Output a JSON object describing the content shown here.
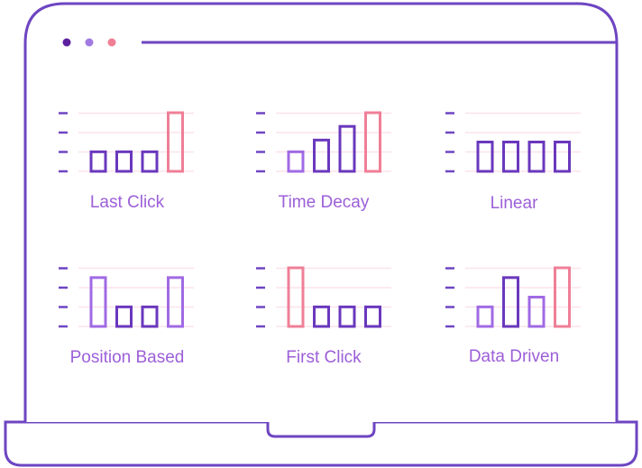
{
  "window": {
    "dots": [
      {
        "icon": "dot-icon",
        "color": "#5c1f9e"
      },
      {
        "icon": "dot-icon",
        "color": "#a07ae0"
      },
      {
        "icon": "dot-icon",
        "color": "#f07f96"
      }
    ]
  },
  "colors": {
    "frame": "#6e45c2",
    "label": "#9c5fd8",
    "grid": "#fbe3ea",
    "tick": "#6e45c2",
    "bar_dark": "#6a38bd",
    "bar_light": "#a06ae4",
    "bar_pink": "#ef7f97"
  },
  "chart_data": [
    {
      "type": "bar",
      "title": "Last Click",
      "values": [
        1,
        1,
        1,
        3
      ],
      "ylim": [
        0,
        3
      ],
      "bar_colors": [
        "dark",
        "dark",
        "dark",
        "pink"
      ]
    },
    {
      "type": "bar",
      "title": "Time Decay",
      "values": [
        1,
        1.6,
        2.3,
        3
      ],
      "ylim": [
        0,
        3
      ],
      "bar_colors": [
        "light",
        "dark",
        "dark",
        "pink"
      ]
    },
    {
      "type": "bar",
      "title": "Linear",
      "values": [
        1.5,
        1.5,
        1.5,
        1.5
      ],
      "ylim": [
        0,
        3
      ],
      "bar_colors": [
        "dark",
        "dark",
        "dark",
        "dark"
      ]
    },
    {
      "type": "bar",
      "title": "Position Based",
      "values": [
        2.5,
        1,
        1,
        2.5
      ],
      "ylim": [
        0,
        3
      ],
      "bar_colors": [
        "light",
        "dark",
        "dark",
        "light"
      ]
    },
    {
      "type": "bar",
      "title": "First Click",
      "values": [
        3,
        1,
        1,
        1
      ],
      "ylim": [
        0,
        3
      ],
      "bar_colors": [
        "pink",
        "dark",
        "dark",
        "dark"
      ]
    },
    {
      "type": "bar",
      "title": "Data Driven",
      "values": [
        1,
        2.5,
        1.5,
        3
      ],
      "ylim": [
        0,
        3
      ],
      "bar_colors": [
        "light",
        "dark",
        "light",
        "pink"
      ]
    }
  ]
}
